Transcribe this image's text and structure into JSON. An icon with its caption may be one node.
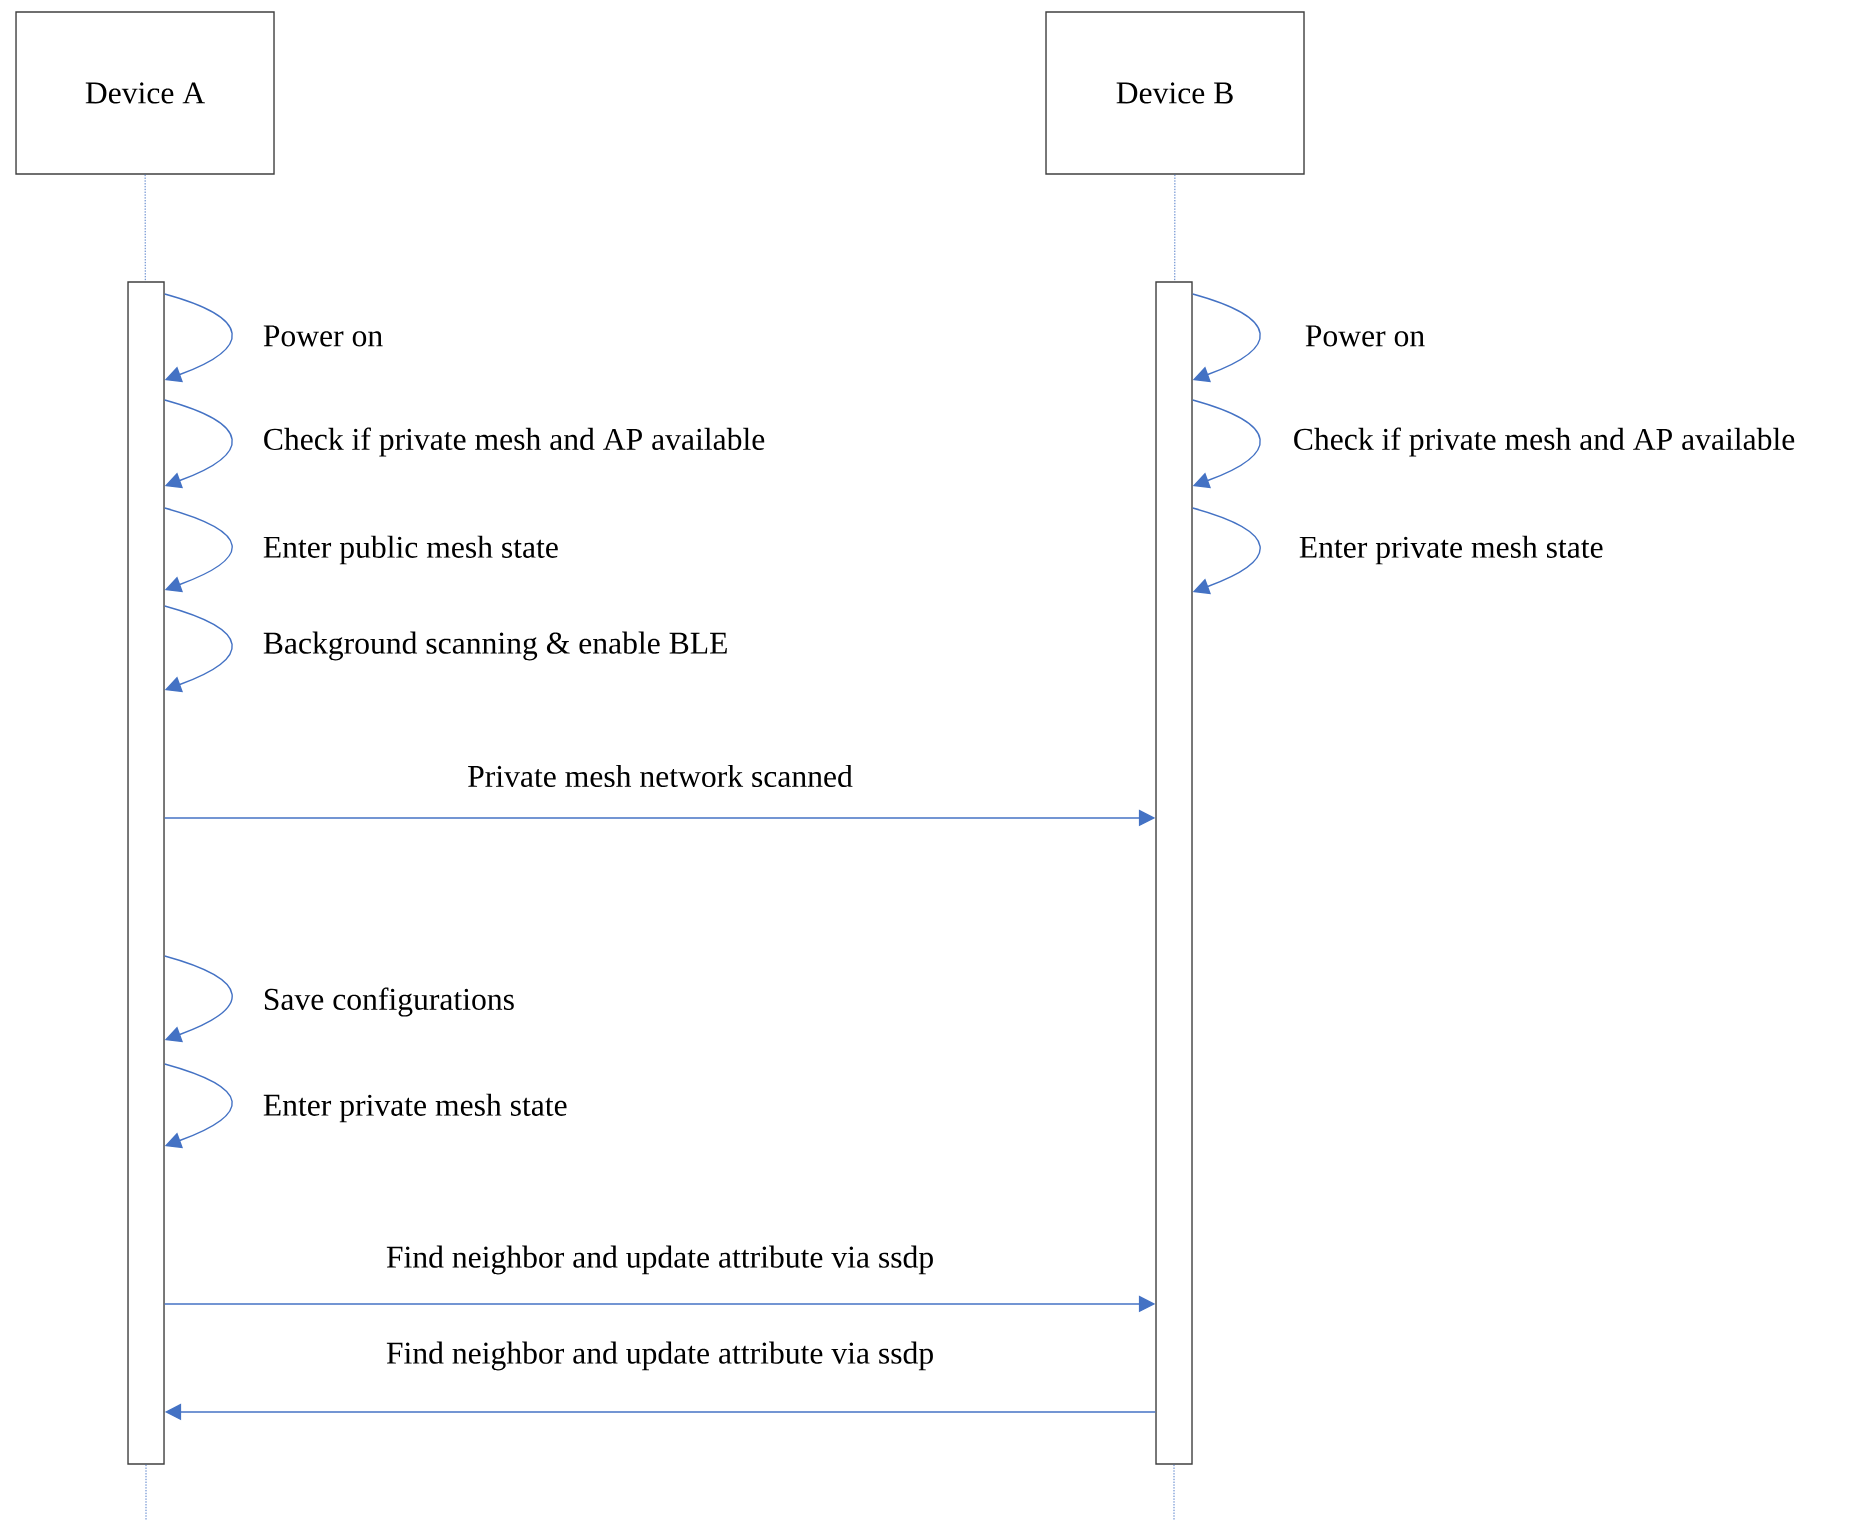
{
  "diagram": {
    "nodes": [
      {
        "text": [
          "Device A"
        ]
      },
      {
        "text": [
          "Device B"
        ]
      },
      {
        "text": [],
        "shape": "bar"
      },
      {
        "text": [],
        "shape": "bar"
      }
    ],
    "edges": [
      {
        "from": 0,
        "to": 2,
        "arrow": "none",
        "style": "dashed"
      },
      {
        "from": 1,
        "to": 3,
        "arrow": "none",
        "style": "dashed"
      },
      {
        "from": 2,
        "to": null,
        "arrow": "none",
        "style": "dashed"
      },
      {
        "from": 3,
        "to": null,
        "arrow": "none",
        "style": "dashed"
      },
      {
        "from": 2,
        "to": 2,
        "arrow": "to",
        "label": "Power on"
      },
      {
        "from": 3,
        "to": 3,
        "arrow": "to",
        "label": "Power on"
      },
      {
        "from": 2,
        "to": 2,
        "arrow": "to",
        "label": "Check if private mesh and AP available"
      },
      {
        "from": 3,
        "to": 3,
        "arrow": "to",
        "label": "Check if private mesh and AP available"
      },
      {
        "from": 2,
        "to": 2,
        "arrow": "to",
        "label": "Enter public mesh state"
      },
      {
        "from": 3,
        "to": 3,
        "arrow": "to",
        "label": "Enter private mesh state"
      },
      {
        "from": 2,
        "to": 2,
        "arrow": "to",
        "label": "Background scanning & enable BLE"
      },
      {
        "from": 2,
        "to": 3,
        "arrow": "to",
        "label": "Private mesh network scanned"
      },
      {
        "from": 2,
        "to": 2,
        "arrow": "to",
        "label": "Save configurations"
      },
      {
        "from": 2,
        "to": 2,
        "arrow": "to",
        "label": "Enter private mesh state"
      },
      {
        "from": 2,
        "to": 3,
        "arrow": "to",
        "label": "Find  neighbor and update attribute via ssdp"
      },
      {
        "from": 3,
        "to": 2,
        "arrow": "to",
        "label": "Find  neighbor and update attribute via ssdp"
      }
    ]
  }
}
